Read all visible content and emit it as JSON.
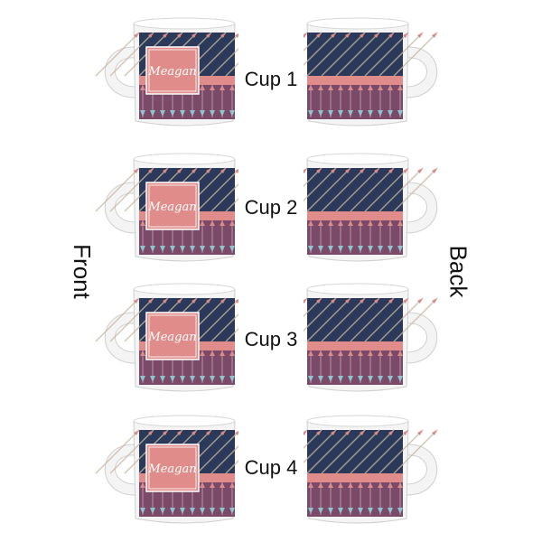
{
  "labels": {
    "cup1": "Cup 1",
    "cup2": "Cup 2",
    "cup3": "Cup 3",
    "cup4": "Cup 4",
    "front": "Front",
    "back": "Back"
  },
  "personalized_name": "Meagan",
  "colors": {
    "navy": "#2b3a5a",
    "plum": "#7a4a68",
    "pink_band": "#e08c8a",
    "cup_white": "#f4f4f4"
  }
}
